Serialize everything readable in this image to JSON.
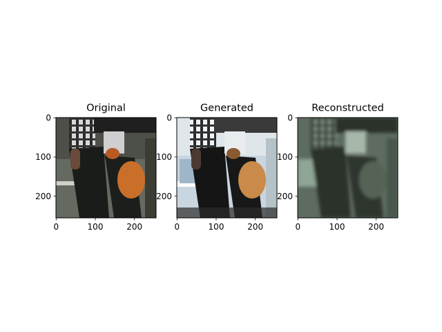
{
  "figure": {
    "panels": [
      {
        "title": "Original",
        "image_desc": "photo crop: person in plaid shirt and dark trousers carrying an orange plastic bag",
        "xticks": [
          "0",
          "100",
          "200"
        ],
        "yticks": [
          "0",
          "100",
          "200"
        ]
      },
      {
        "title": "Generated",
        "image_desc": "generated image: brighter, bluish-white background, dark figure with orange bag",
        "xticks": [
          "0",
          "100",
          "200"
        ],
        "yticks": [
          "0",
          "100",
          "200"
        ]
      },
      {
        "title": "Reconstructed",
        "image_desc": "blurry greenish-gray reconstruction of the same scene",
        "xticks": [
          "0",
          "100",
          "200"
        ],
        "yticks": [
          "0",
          "100",
          "200"
        ]
      }
    ]
  }
}
